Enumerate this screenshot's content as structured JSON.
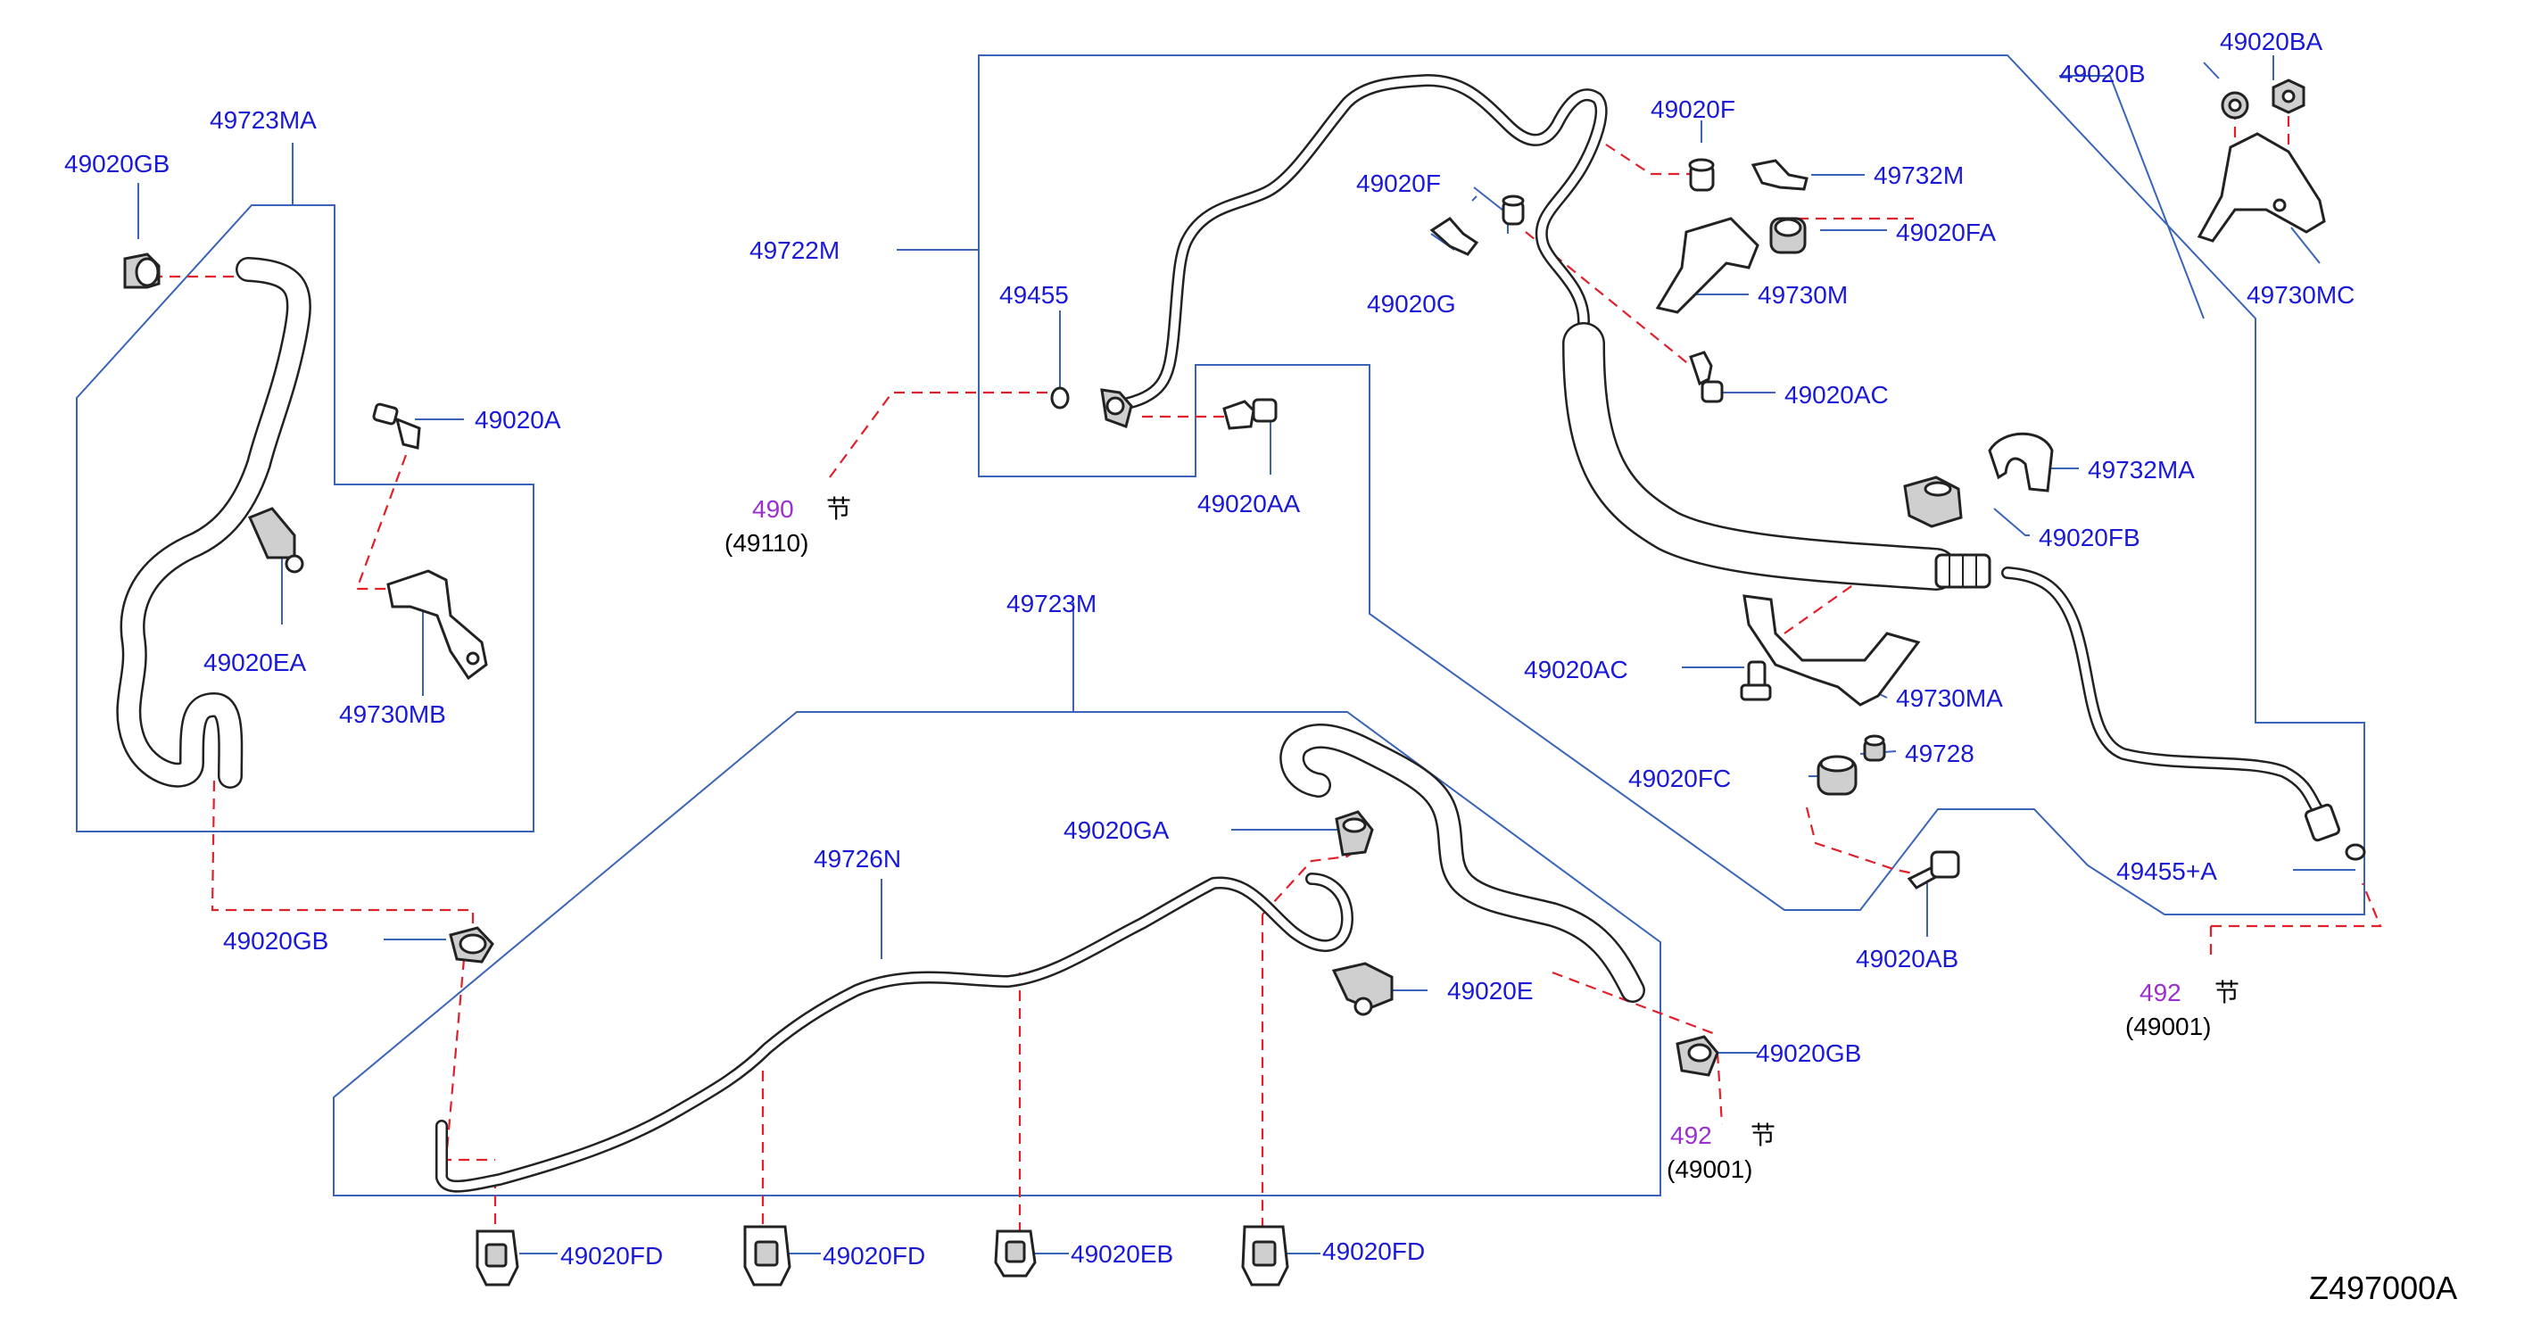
{
  "diagram_code": "Z497000A",
  "section_refs": [
    {
      "number": "490",
      "node": "节",
      "ref": "(49110)"
    },
    {
      "number": "492",
      "node": "节",
      "ref": "(49001)"
    },
    {
      "number": "492",
      "node": "节",
      "ref": "(49001)"
    }
  ],
  "labels": {
    "p49723MA": "49723MA",
    "p49020GB_a": "49020GB",
    "p49020A": "49020A",
    "p49020EA": "49020EA",
    "p49730MB": "49730MB",
    "p49020GB_b": "49020GB",
    "p49722M": "49722M",
    "p49455": "49455",
    "p49020AA": "49020AA",
    "p49020F_a": "49020F",
    "p49020F_b": "49020F",
    "p49020G": "49020G",
    "p49732M": "49732M",
    "p49020FA": "49020FA",
    "p49730M": "49730M",
    "p49020AC_a": "49020AC",
    "p49020B": "49020B",
    "p49020BA": "49020BA",
    "p49730MC": "49730MC",
    "p49732MA": "49732MA",
    "p49020FB": "49020FB",
    "p49020AC_b": "49020AC",
    "p49730MA": "49730MA",
    "p49728": "49728",
    "p49020FC": "49020FC",
    "p49020AB": "49020AB",
    "p49455A": "49455+A",
    "p49723M": "49723M",
    "p49726N": "49726N",
    "p49020GA": "49020GA",
    "p49020E": "49020E",
    "p49020GB_c": "49020GB",
    "p49020FD_a": "49020FD",
    "p49020FD_b": "49020FD",
    "p49020EB": "49020EB",
    "p49020FD_c": "49020FD"
  }
}
